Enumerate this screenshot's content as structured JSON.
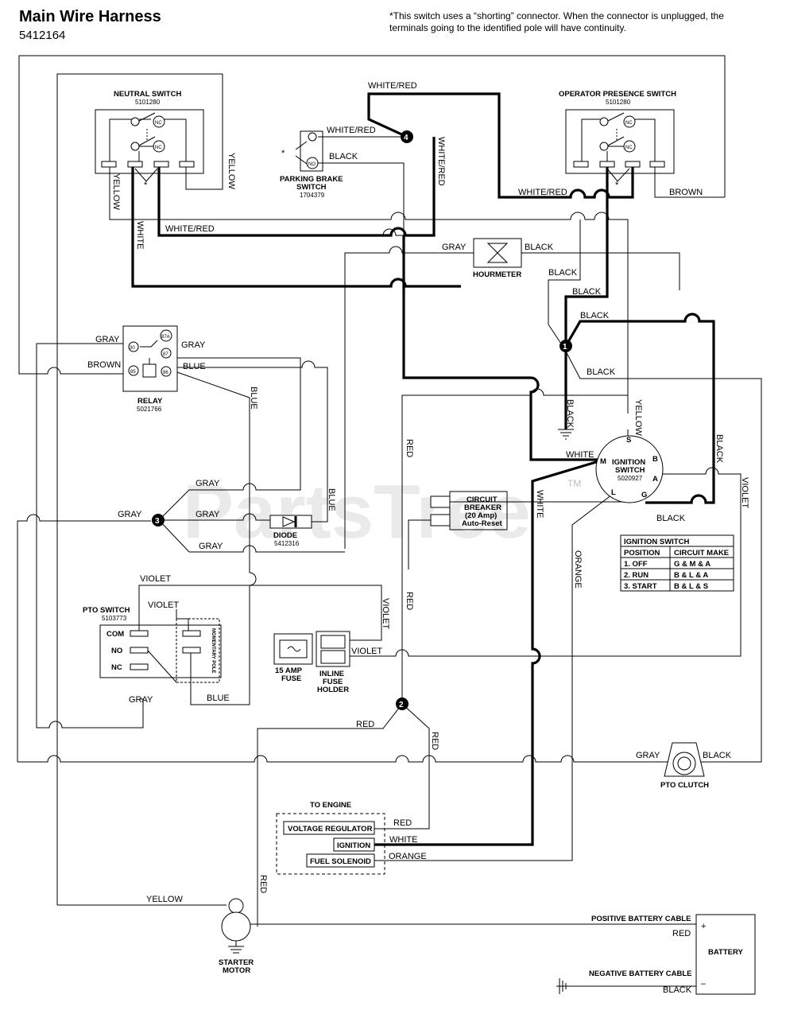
{
  "header": {
    "title": "Main Wire Harness",
    "part_number": "5412164",
    "note": "*This switch uses a “shorting” connector. When the connector is unplugged, the terminals going to the identified pole will have continuity."
  },
  "watermark": "PartsTree",
  "watermark_tm": "TM",
  "components": {
    "neutral_switch": {
      "name": "NEUTRAL SWITCH",
      "part": "5101280"
    },
    "operator_switch": {
      "name": "OPERATOR PRESENCE SWITCH",
      "part": "5101280"
    },
    "parking_brake": {
      "name1": "PARKING BRAKE",
      "name2": "SWITCH",
      "part": "1704379"
    },
    "hourmeter": {
      "name": "HOURMETER"
    },
    "relay": {
      "name": "RELAY",
      "part": "5021766",
      "pins": [
        "30",
        "87A",
        "87",
        "85",
        "86"
      ]
    },
    "diode": {
      "name": "DIODE",
      "part": "5412316"
    },
    "circuit_breaker": {
      "line1": "CIRCUIT",
      "line2": "BREAKER",
      "line3": "(20 Amp)",
      "line4": "Auto-Reset"
    },
    "pto_switch": {
      "name": "PTO SWITCH",
      "part": "5103773",
      "com": "COM",
      "no": "NO",
      "nc": "NC",
      "pole": "MOMENTARY POLE"
    },
    "fuse": {
      "line1": "15 AMP",
      "line2": "FUSE"
    },
    "inline_fuse": {
      "line1": "INLINE",
      "line2": "FUSE",
      "line3": "HOLDER"
    },
    "ignition_switch": {
      "name1": "IGNITION",
      "name2": "SWITCH",
      "part": "5020927",
      "terminals": [
        "S",
        "B",
        "M",
        "A",
        "L",
        "G"
      ]
    },
    "engine": {
      "title": "TO ENGINE",
      "voltage_regulator": "VOLTAGE REGULATOR",
      "ignition": "IGNITION",
      "fuel_solenoid": "FUEL SOLENOID"
    },
    "pto_clutch": {
      "name": "PTO CLUTCH"
    },
    "starter": {
      "line1": "STARTER",
      "line2": "MOTOR"
    },
    "battery": {
      "name": "BATTERY",
      "plus": "+",
      "minus": "–",
      "positive_cable": "POSITIVE BATTERY CABLE",
      "negative_cable": "NEGATIVE BATTERY CABLE"
    },
    "contacts": {
      "nc": "NC",
      "no": "NO",
      "star": "*"
    }
  },
  "ignition_table": {
    "title": "IGNITION SWITCH",
    "headers": [
      "POSITION",
      "CIRCUIT MAKE"
    ],
    "rows": [
      [
        "1. OFF",
        "G & M & A"
      ],
      [
        "2. RUN",
        "B & L & A"
      ],
      [
        "3. START",
        "B & L & S"
      ]
    ]
  },
  "splices": [
    "1",
    "2",
    "3",
    "4"
  ],
  "wire_labels": {
    "white_red": "WHITE/RED",
    "yellow": "YELLOW",
    "white": "WHITE",
    "black": "BLACK",
    "brown": "BROWN",
    "gray": "GRAY",
    "blue": "BLUE",
    "red": "RED",
    "violet": "VIOLET",
    "orange": "ORANGE"
  }
}
